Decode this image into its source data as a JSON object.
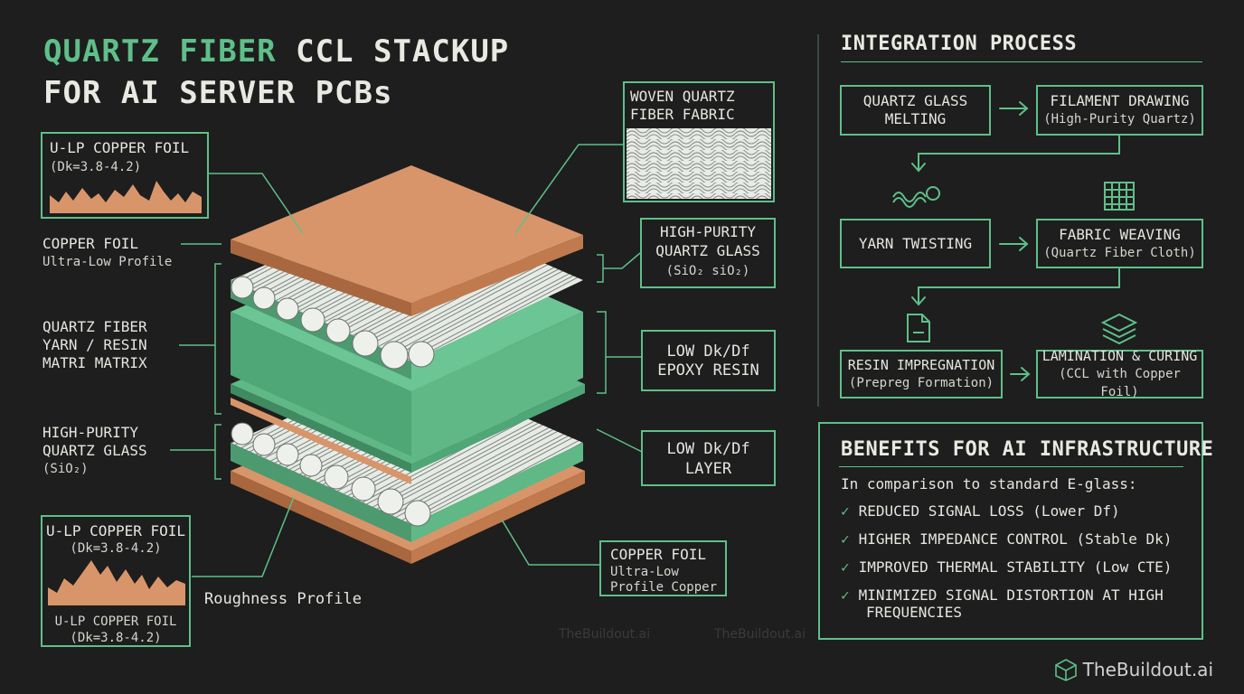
{
  "title": {
    "accent": "QUARTZ FIBER",
    "line1_rest": " CCL STACKUP",
    "line2": "FOR AI SERVER PCBs"
  },
  "left_labels": {
    "ulp_top": {
      "title": "U-LP COPPER FOIL",
      "spec": "(Dk=3.8-4.2)"
    },
    "copper_foil": {
      "title": "COPPER FOIL",
      "sub": "Ultra-Low Profile"
    },
    "quartz_yarn": {
      "line1": "QUARTZ FIBER",
      "line2": "YARN / RESIN",
      "line3": "MATRI MATRIX"
    },
    "hp_glass": {
      "line1": "HIGH-PURITY",
      "line2": "QUARTZ GLASS",
      "line3": "(SiO₂)"
    },
    "ulp_bottom": {
      "title": "U-LP COPPER FOIL",
      "spec": "(Dk=3.8-4.2)",
      "title2": "U-LP COPPER FOIL",
      "spec2": "(Dk=3.8-4.2)"
    },
    "roughness": "Roughness Profile"
  },
  "right_labels": {
    "woven": {
      "line1": "WOVEN QUARTZ",
      "line2": "FIBER FABRIC"
    },
    "hp_glass": {
      "line1": "HIGH-PURITY",
      "line2": "QUARTZ GLASS",
      "line3": "(SiO₂ siO₂)"
    },
    "epoxy": {
      "line1": "LOW Dk/Df",
      "line2": "EPOXY RESIN"
    },
    "layer": {
      "line1": "LOW Dk/Df",
      "line2": "LAYER"
    },
    "copper": {
      "line1": "COPPER FOIL",
      "line2": "Ultra-Low",
      "line3": "Profile Copper"
    }
  },
  "integration": {
    "title": "INTEGRATION PROCESS",
    "steps": [
      {
        "title": "QUARTZ GLASS",
        "title2": "MELTING",
        "sub": ""
      },
      {
        "title": "FILAMENT DRAWING",
        "title2": "",
        "sub": "(High-Purity Quartz)"
      },
      {
        "title": "YARN TWISTING",
        "title2": "",
        "sub": ""
      },
      {
        "title": "FABRIC WEAVING",
        "title2": "",
        "sub": "(Quartz Fiber Cloth)"
      },
      {
        "title": "RESIN IMPREGNATION",
        "title2": "",
        "sub": "(Prepreg Formation)"
      },
      {
        "title": "LAMINATION & CURING",
        "title2": "",
        "sub": "(CCL with Copper Foil)"
      }
    ]
  },
  "benefits": {
    "title": "BENEFITS FOR AI INFRASTRUCTURE",
    "intro": "In comparison to standard E-glass:",
    "items": [
      "REDUCED SIGNAL LOSS (Lower Df)",
      "HIGHER IMPEDANCE CONTROL (Stable Dk)",
      "IMPROVED THERMAL STABILITY (Low CTE)",
      "MINIMIZED SIGNAL DISTORTION AT HIGH",
      "FREQUENCIES"
    ]
  },
  "brand": "TheBuildout.ai",
  "watermark": "TheBuildout.ai",
  "colors": {
    "accent": "#5fbf8a",
    "copper": "#d9956a",
    "resin": "#5fb886",
    "bg": "#1d1e1d"
  }
}
